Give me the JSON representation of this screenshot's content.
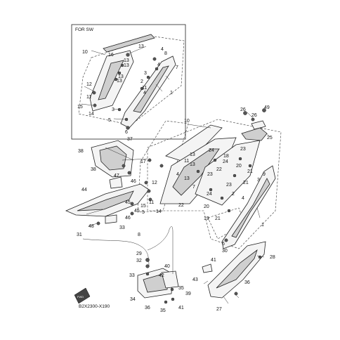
{
  "inset_label": "FOR SW",
  "diagram_code": "B2X2300-X190",
  "fwd_badge": "FWD",
  "callouts_inset": [
    "16",
    "13",
    "10",
    "4",
    "13",
    "13",
    "8",
    "4",
    "13",
    "7",
    "12",
    "3",
    "13",
    "11",
    "2",
    "11",
    "4",
    "1",
    "15",
    "14",
    "3",
    "5",
    "6"
  ],
  "callouts_main": [
    "26",
    "49",
    "26",
    "10",
    "25",
    "37",
    "23",
    "38",
    "24",
    "13",
    "18",
    "24",
    "17",
    "11",
    "13",
    "20",
    "22",
    "38",
    "23",
    "4",
    "13",
    "21",
    "47",
    "9",
    "46",
    "3",
    "21",
    "44",
    "12",
    "23",
    "7",
    "24",
    "15",
    "11",
    "2",
    "45",
    "4",
    "19",
    "21",
    "22",
    "20",
    "14",
    "5",
    "45",
    "1",
    "46",
    "48",
    "33",
    "31",
    "8",
    "6",
    "30",
    "29",
    "32",
    "40",
    "41",
    "28",
    "33",
    "42",
    "43",
    "36",
    "35",
    "39",
    "27",
    "34",
    "36",
    "35",
    "41"
  ]
}
